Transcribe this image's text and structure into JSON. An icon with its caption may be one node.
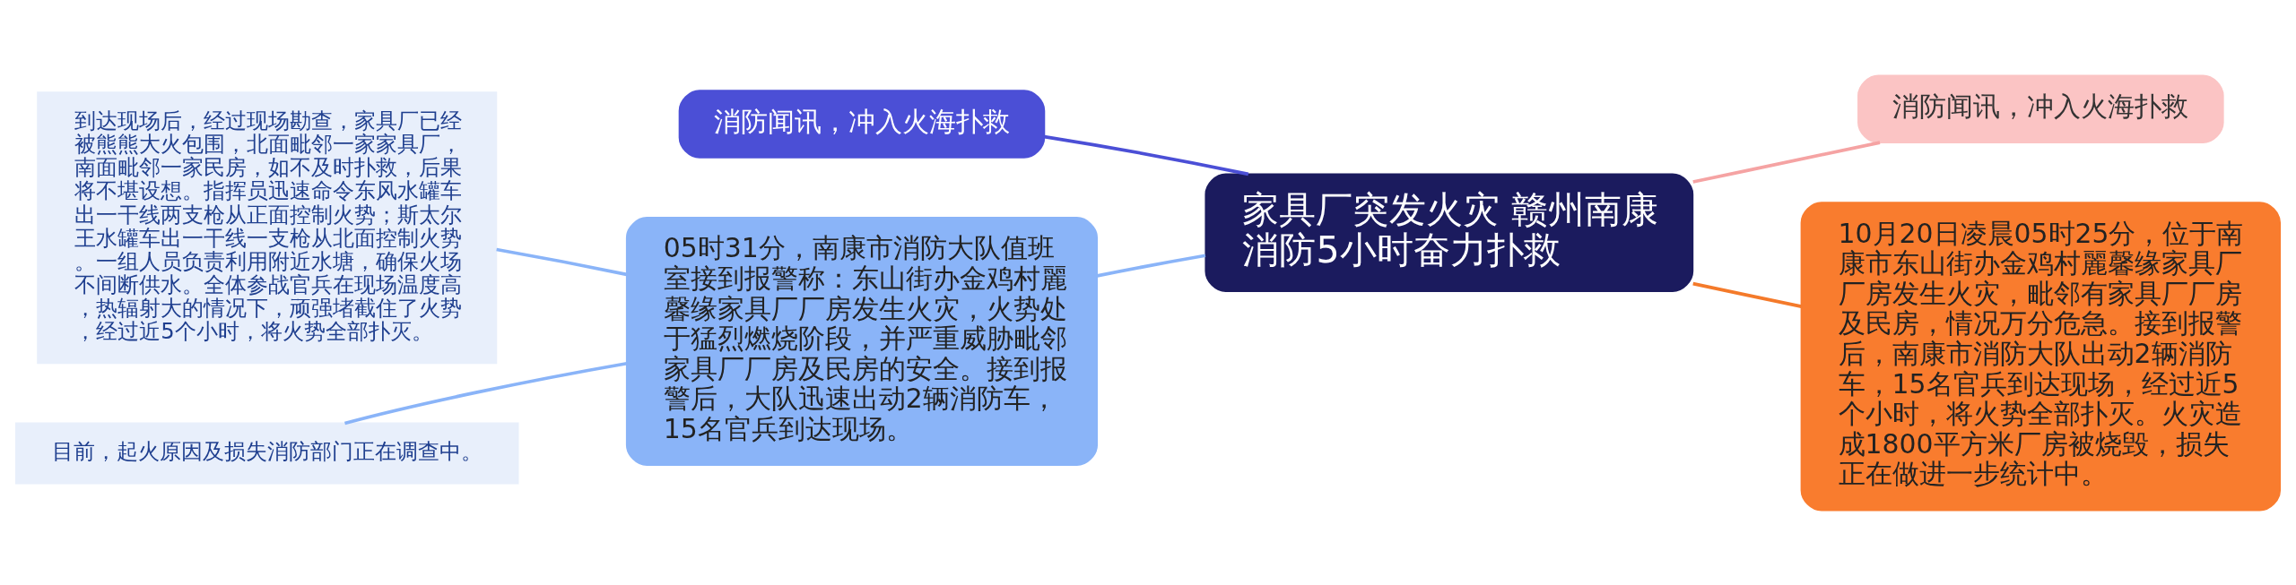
{
  "diagram": {
    "nodes": [
      {
        "text": [
          "家具厂突发火灾 赣州南康消防5小时奋力扑救"
        ]
      },
      {
        "text": [
          "消防闻讯，冲入火海扑救"
        ]
      },
      {
        "text": [
          "消防闻讯，冲入火海扑救"
        ]
      },
      {
        "text": [
          "10月20日凌晨05时25分，位于南康市东山街办金鸡村麗馨缘家具厂厂房发生火灾，毗邻有家具厂厂房及民房，情况万分危急。接到报警后，南康市消防大队出动2辆消防车，15名官兵到达现场，经过近5个小时，将火势全部扑灭。火灾造成1800平方米厂房被烧毁，损失正在做进一步统计中。"
        ]
      },
      {
        "text": [
          "05时31分，南康市消防大队值班室接到报警称：东山街办金鸡村麗馨缘家具厂厂房发生火灾，火势处于猛烈燃烧阶段，并严重威胁毗邻家具厂厂房及民房的安全。接到报警后，大队迅速出动2辆消防车，15名官兵到达现场。"
        ]
      },
      {
        "text": [
          "到达现场后，经过现场勘查，家具厂已经被熊熊大火包围，北面毗邻一家家具厂，南面毗邻一家民房，如不及时扑救，后果将不堪设想。指挥员迅速命令东风水罐车出一干线两支枪从正面控制火势；斯太尔王水罐车出一干线一支枪从北面控制火势。一组人员负责利用附近水塘，确保火场不间断供水。全体参战官兵在现场温度高，热辐射大的情况下，顽强堵截住了火势，经过近5个小时，将火势全部扑灭。"
        ]
      },
      {
        "text": [
          "目前，起火原因及损失消防部门正在调查中。"
        ]
      }
    ],
    "edges": [
      {
        "from": 0,
        "to": 1,
        "arrow": "none",
        "color": "#4b4fd6"
      },
      {
        "from": 0,
        "to": 2,
        "arrow": "none",
        "color": "#f5a3a3"
      },
      {
        "from": 0,
        "to": 3,
        "arrow": "none",
        "color": "#f47a2a"
      },
      {
        "from": 0,
        "to": 4,
        "arrow": "none"
      },
      {
        "from": 4,
        "to": 5,
        "arrow": "none"
      },
      {
        "from": 4,
        "to": 6,
        "arrow": "none"
      }
    ]
  }
}
